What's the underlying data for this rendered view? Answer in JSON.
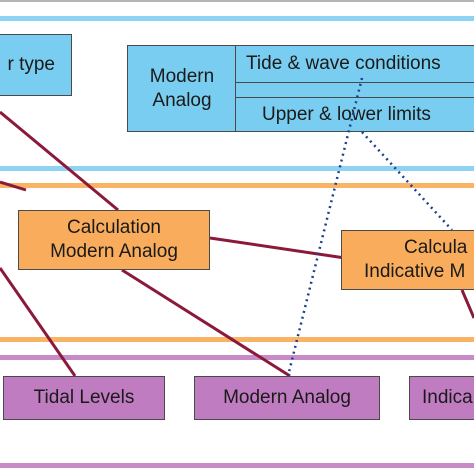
{
  "colors": {
    "blue": "#79cdf0",
    "orange": "#f9ad5c",
    "purple": "#c07cc0",
    "band_blue": "#8ed3f2",
    "band_orange": "#f8b464",
    "band_purple": "#c88bc7",
    "link_solid": "#8b1a3a",
    "link_dotted": "#1e3f8c"
  },
  "boxes": {
    "indicator_type": {
      "text": "r type"
    },
    "modern_analog_top": {
      "line1": "Modern",
      "line2": "Analog"
    },
    "tide_wave": {
      "text": "Tide & wave conditions"
    },
    "upper_lower": {
      "text": "Upper & lower limits"
    },
    "calc_modern": {
      "line1": "Calculation",
      "line2": "Modern Analog"
    },
    "calc_indicative": {
      "line1": "Calcula",
      "line2": "Indicative M"
    },
    "tidal_levels": {
      "text": "Tidal Levels"
    },
    "modern_analog_bottom": {
      "text": "Modern Analog"
    },
    "indicative_bottom": {
      "text": "Indica"
    }
  }
}
